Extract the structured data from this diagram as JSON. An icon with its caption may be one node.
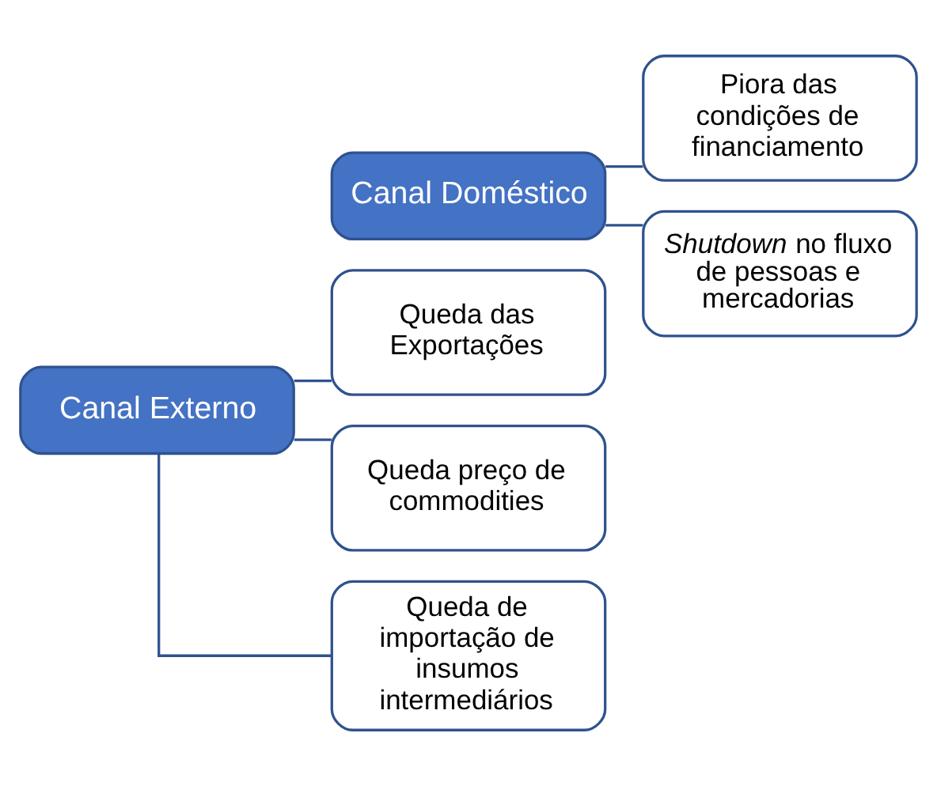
{
  "diagram": {
    "nodes": [
      {
        "text": [
          "Canal Externo"
        ]
      },
      {
        "text": [
          "Queda das Exportações"
        ]
      },
      {
        "text": [
          "Queda preço de commodities"
        ]
      },
      {
        "text": [
          "Queda de importação de insumos intermediários"
        ]
      },
      {
        "text": [
          "Canal Doméstico"
        ]
      },
      {
        "text": [
          "Piora das condições de financiamento"
        ]
      },
      {
        "text": [
          "*Shutdown* no fluxo de pessoas e mercadorias"
        ]
      }
    ],
    "edges": [
      {
        "from": 0,
        "to": 1,
        "arrow": "none"
      },
      {
        "from": 0,
        "to": 2,
        "arrow": "none"
      },
      {
        "from": 0,
        "to": 3,
        "arrow": "none"
      },
      {
        "from": 4,
        "to": 5,
        "arrow": "none"
      },
      {
        "from": 4,
        "to": 6,
        "arrow": "none"
      }
    ]
  }
}
